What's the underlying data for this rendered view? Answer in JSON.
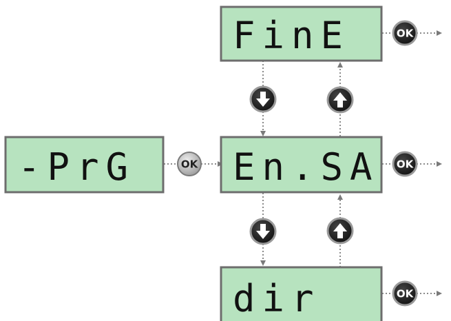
{
  "displays": {
    "fine": {
      "text": "FinE"
    },
    "ensa": {
      "text": "En.SA"
    },
    "prg": {
      "text": "-PrG"
    },
    "dir": {
      "text": "dir"
    }
  },
  "buttons": {
    "ok_label": "OK",
    "down_icon": "arrow-down-icon",
    "up_icon": "arrow-up-icon"
  },
  "colors": {
    "lcd_fill": "#b7e3bf",
    "lcd_border": "#6d6d6d",
    "button_dark": "#1b1b1b",
    "button_grey": "#bdbdbd",
    "connector": "#888888"
  }
}
